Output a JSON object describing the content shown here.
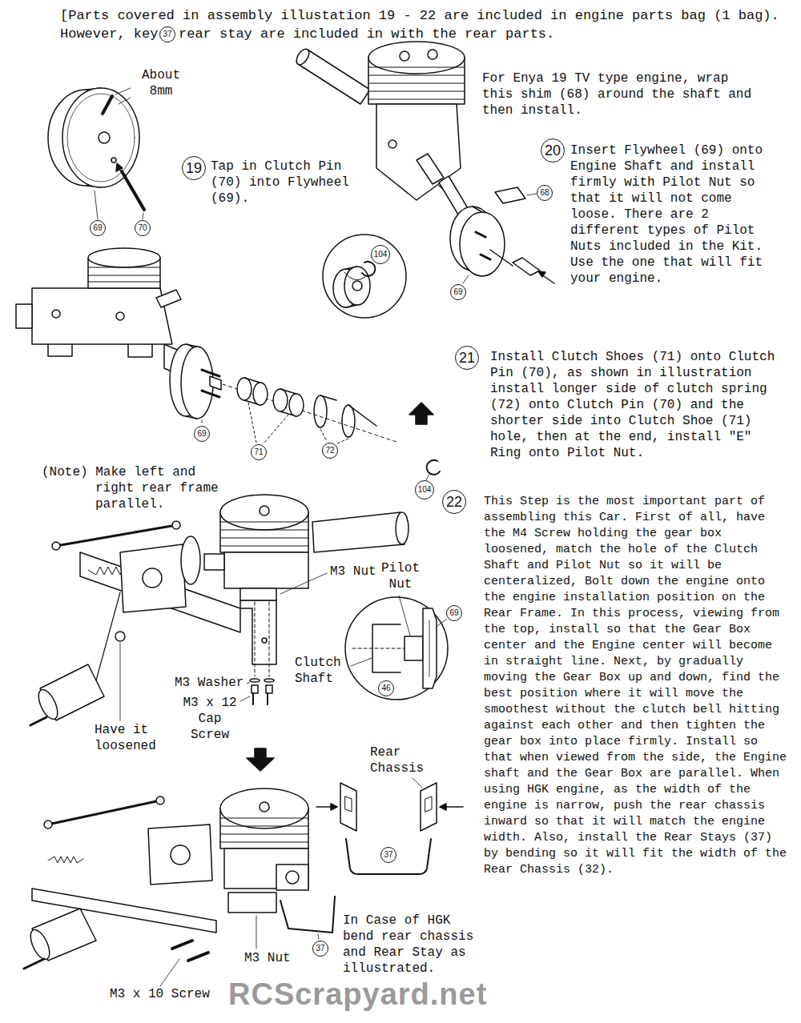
{
  "diagram": {
    "nodes": [
      {
        "text": [
          "37"
        ]
      },
      {
        "text": [
          "19"
        ]
      },
      {
        "text": [
          "69"
        ]
      },
      {
        "text": [
          "70"
        ]
      },
      {
        "text": [
          "68"
        ]
      },
      {
        "text": [
          "20"
        ]
      },
      {
        "text": [
          "104"
        ]
      },
      {
        "text": [
          "69"
        ]
      },
      {
        "text": [
          "21"
        ]
      },
      {
        "text": [
          "69"
        ]
      },
      {
        "text": [
          "71"
        ]
      },
      {
        "text": [
          "72"
        ]
      },
      {
        "text": [
          "104"
        ]
      },
      {
        "text": [
          "22"
        ]
      },
      {
        "text": [
          "69"
        ]
      },
      {
        "text": [
          "46"
        ]
      },
      {
        "text": [
          "37"
        ]
      },
      {
        "text": [
          "37"
        ]
      }
    ],
    "labels": [
      "[Parts covered in assembly illustation 19 - 22 are included in engine parts bag (1 bag).",
      "However, key",
      "rear stay are included in with the rear parts.",
      "About 8mm",
      "Tap in Clutch Pin (70) into Flywheel (69).",
      "For Enya 19 TV type engine, wrap this shim (68) around the shaft and then install.",
      "Insert Flywheel (69) onto Engine Shaft and install firmly with Pilot Nut so that it will not come loose. There are 2 different types of Pilot Nuts included in the Kit. Use the one that will fit your engine.",
      "Install Clutch Shoes (71) onto Clutch Pin (70), as shown in illustration install longer side of clutch spring (72) onto Clutch Pin (70) and the shorter side into Clutch Shoe (71) hole, then at the end, install \"E\" Ring onto Pilot Nut.",
      "(Note) Make left and right rear frame parallel.",
      "M3 Nut",
      "Pilot Nut",
      "This Step is the most important part of assembling this Car. First of all, have the M4 Screw holding the gear box loosened, match the hole of the Clutch Shaft and Pilot Nut so it will be centeralized, Bolt down the engine onto the engine installation position on the Rear Frame. In this process, viewing from the top, install so that the Gear Box center and the Engine center will become in straight line. Next, by gradually moving the Gear Box up and down, find the best position where it will move the smoothest without the clutch bell hitting against each other and then tighten the gear box into place firmly. Install so that when viewed from the side, the Engine shaft and the Gear Box are parallel. When using HGK engine, as the width of the engine is narrow, push the rear chassis inward so that it will match the engine width. Also, install the Rear Stays (37) by bending so it will fit the width of the Rear Chassis (32).",
      "Clutch Shaft",
      "M3 Washer",
      "M3 x 12 Cap Screw",
      "Have it loosened",
      "Rear Chassis",
      "In Case of HGK bend rear chassis and Rear Stay as illustrated.",
      "M3 Nut",
      "M3 x 10 Screw",
      "RCScrapyard.net"
    ]
  }
}
